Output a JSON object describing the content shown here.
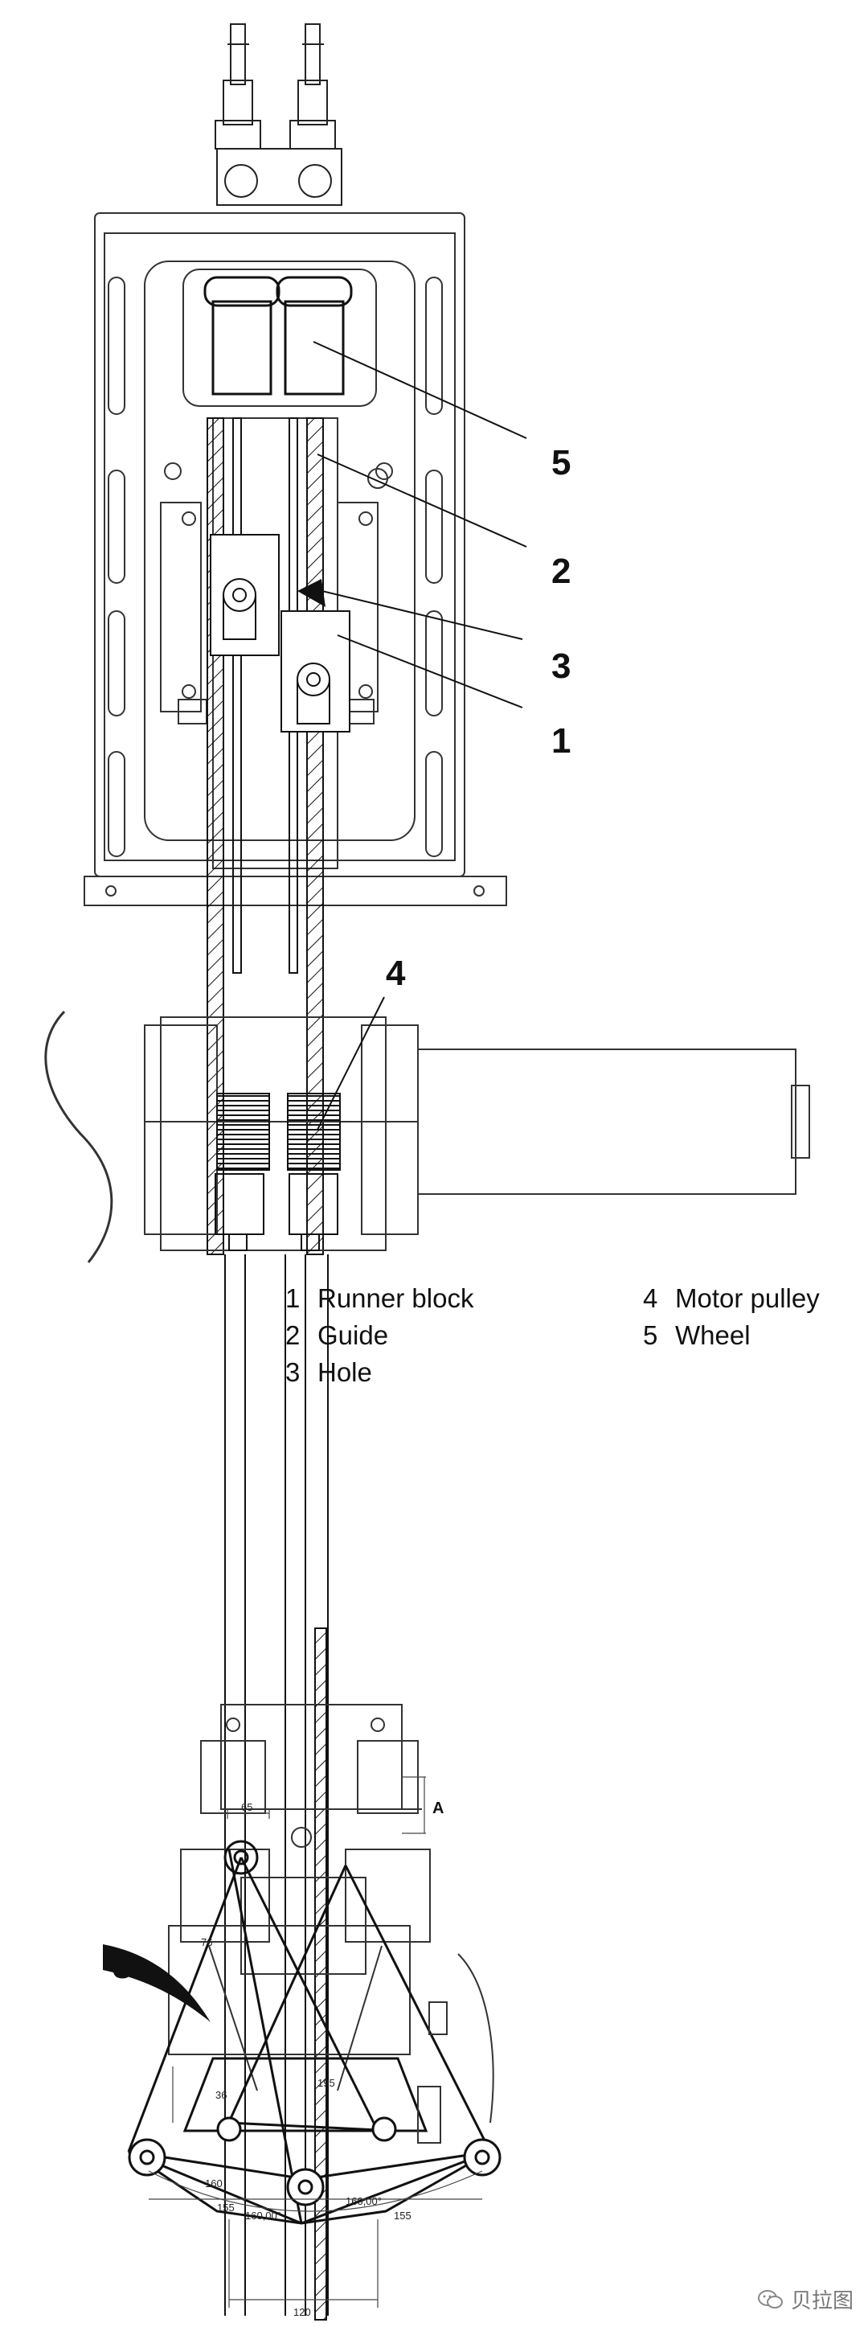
{
  "callouts": {
    "c5": "5",
    "c2": "2",
    "c3": "3",
    "c1": "1",
    "c4": "4",
    "c3b": "3"
  },
  "legend_left": [
    {
      "num": "1",
      "label": "Runner block"
    },
    {
      "num": "2",
      "label": "Guide"
    },
    {
      "num": "3",
      "label": "Hole"
    }
  ],
  "legend_right": [
    {
      "num": "4",
      "label": "Motor pulley"
    },
    {
      "num": "5",
      "label": "Wheel"
    }
  ],
  "dimensions": {
    "d65": "65",
    "dA": "A",
    "d160a": "160",
    "d155a": "155",
    "d160b": "160,00°",
    "d160c": "160,00°",
    "d155b": "155",
    "d120": "120",
    "d76": "76",
    "d195": "195",
    "d36": "36"
  },
  "watermark": {
    "text": "贝拉图",
    "icon": "wechat-icon"
  }
}
